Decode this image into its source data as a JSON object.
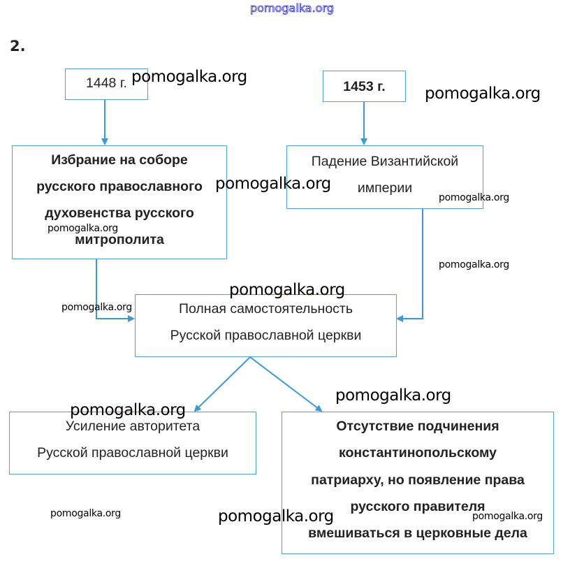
{
  "header_watermark": "pomogalka.org",
  "task_number": "2.",
  "nodes": {
    "year1448": {
      "lines": [
        "1448 г."
      ]
    },
    "year1453": {
      "lines": [
        "1453 г."
      ]
    },
    "election": {
      "lines": [
        "Избрание на соборе",
        "русского православного",
        "духовенства русского",
        "митрополита"
      ]
    },
    "fall": {
      "lines": [
        "Падение Византийской",
        "империи"
      ]
    },
    "independence": {
      "lines": [
        "Полная самостоятельность",
        "Русской православной церкви"
      ]
    },
    "authority": {
      "lines": [
        "Усиление авторитета",
        "Русской православной церкви"
      ]
    },
    "noSubordination": {
      "lines": [
        "Отсутствие подчинения",
        "константинопольскому",
        "патриарху, но появление права",
        "русского правителя",
        "вмешиваться в церковные дела"
      ]
    }
  },
  "watermarks": [
    "pomogalka.org",
    "pomogalka.org",
    "pomogalka.org",
    "pomogalka.org",
    "pomogalka.org",
    "pomogalka.org",
    "pomogalka.org",
    "pomogalka.org",
    "pomogalka.org",
    "pomogalka.org",
    "pomogalka.org",
    "pomogalka.org",
    "pomogalka.org",
    "pomogalka.org"
  ],
  "colors": {
    "border": "#4aa3df",
    "arrow": "#3a9ad9"
  }
}
